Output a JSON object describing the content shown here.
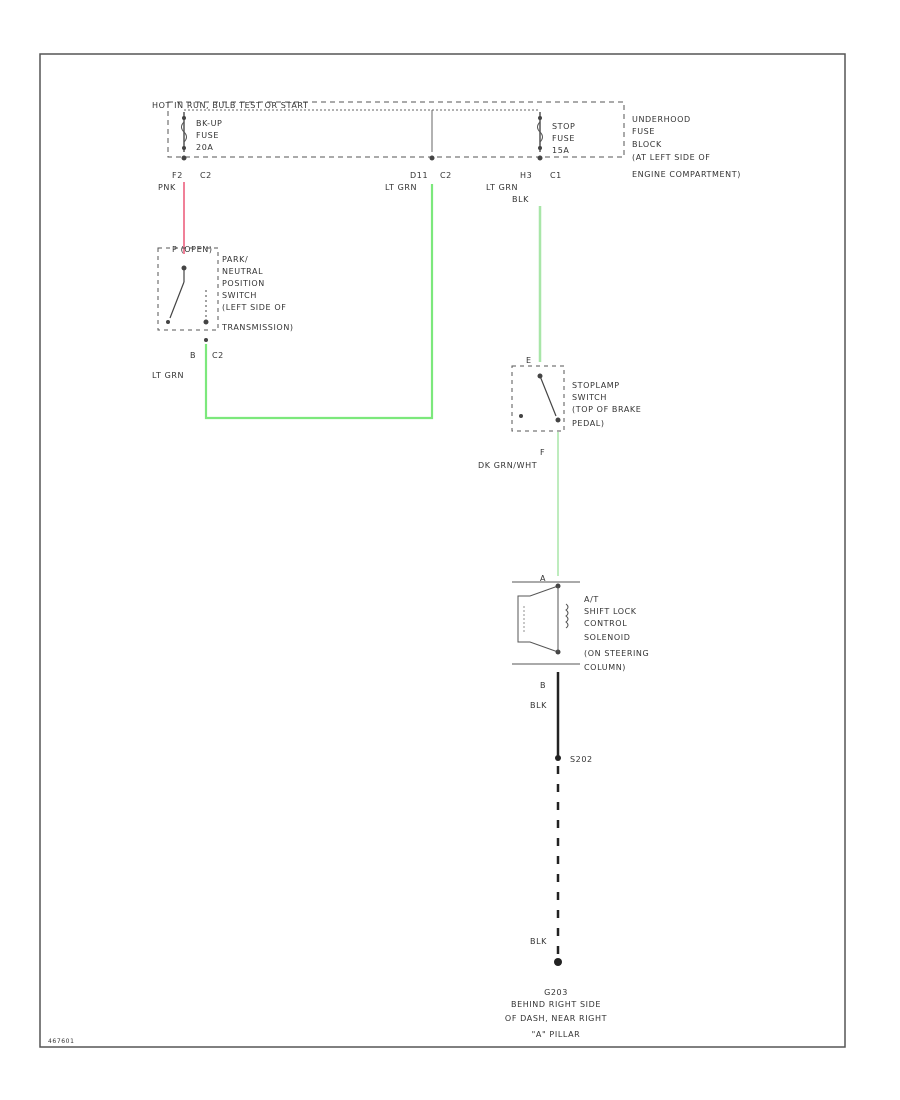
{
  "colors": {
    "frame": "#555555",
    "wire_pink": "#f08098",
    "wire_light_green": "#7ce87c",
    "wire_pale_green": "#a8e6a8",
    "wire_black": "#222222",
    "dashed": "#555555"
  },
  "fuse_block": {
    "hot_label": "HOT IN RUN, BULB TEST OR START",
    "fuse1": [
      "BK-UP",
      "FUSE",
      "20A"
    ],
    "fuse2": [
      "STOP",
      "FUSE",
      "15A"
    ],
    "block_label": [
      "UNDERHOOD",
      "FUSE",
      "BLOCK",
      "(AT LEFT SIDE OF",
      "ENGINE COMPARTMENT)"
    ]
  },
  "connectors": {
    "left_pin": "F2",
    "left_conn": "C2",
    "left_color": "PNK",
    "mid_pin": "D11",
    "mid_conn": "C2",
    "mid_color": "LT GRN",
    "right_pin": "H3",
    "right_conn": "C1",
    "right_color1": "LT GRN",
    "right_color2": "BLK"
  },
  "park_neutral": {
    "top_label": "P (OPEN)",
    "name": [
      "PARK/",
      "NEUTRAL",
      "POSITION",
      "SWITCH",
      "(LEFT SIDE OF",
      "TRANSMISSION)"
    ],
    "pin": "B",
    "conn": "C2",
    "wire": "LT GRN"
  },
  "stoplamp": {
    "top_pin": "E",
    "name": [
      "STOPLAMP",
      "SWITCH",
      "(TOP OF BRAKE",
      "PEDAL)"
    ],
    "bottom_pin": "F",
    "wire": "DK GRN/WHT"
  },
  "solenoid": {
    "top_pin": "A",
    "name": [
      "A/T",
      "SHIFT LOCK",
      "CONTROL",
      "SOLENOID",
      "(ON STEERING",
      "COLUMN)"
    ],
    "bottom_pin": "B",
    "wire": "BLK"
  },
  "splice": {
    "name": "S202"
  },
  "ground": {
    "wire": "BLK",
    "name": "G203",
    "location": [
      "BEHIND RIGHT SIDE",
      "OF DASH, NEAR RIGHT",
      "\"A\" PILLAR"
    ]
  },
  "footer_id": "467601"
}
